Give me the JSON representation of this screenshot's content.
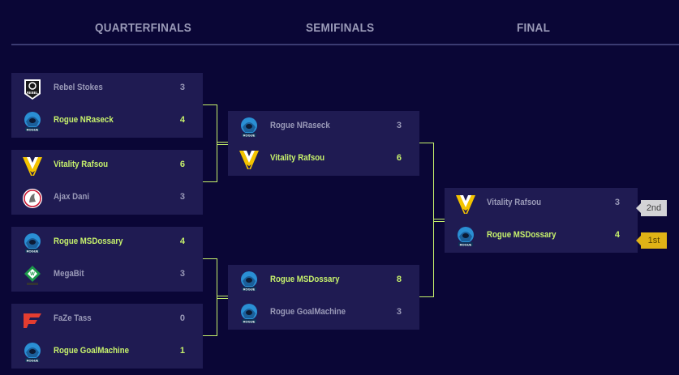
{
  "rounds": [
    "QUARTERFINALS",
    "SEMIFINALS",
    "FINAL"
  ],
  "quarterfinals": [
    {
      "teams": [
        {
          "name": "Rebel Stokes",
          "score": "3",
          "logo": "rebel-logo",
          "winner": false
        },
        {
          "name": "Rogue NRaseck",
          "score": "4",
          "logo": "rogue-logo",
          "winner": true
        }
      ]
    },
    {
      "teams": [
        {
          "name": "Vitality Rafsou",
          "score": "6",
          "logo": "vitality-logo",
          "winner": true
        },
        {
          "name": "Ajax Dani",
          "score": "3",
          "logo": "ajax-logo",
          "winner": false
        }
      ]
    },
    {
      "teams": [
        {
          "name": "Rogue MSDossary",
          "score": "4",
          "logo": "rogue-logo",
          "winner": true
        },
        {
          "name": "MegaBit",
          "score": "3",
          "logo": "werder-logo",
          "winner": false
        }
      ]
    },
    {
      "teams": [
        {
          "name": "FaZe Tass",
          "score": "0",
          "logo": "faze-logo",
          "winner": false
        },
        {
          "name": "Rogue GoalMachine",
          "score": "1",
          "logo": "rogue-logo",
          "winner": true
        }
      ]
    }
  ],
  "semifinals": [
    {
      "teams": [
        {
          "name": "Rogue NRaseck",
          "score": "3",
          "logo": "rogue-logo",
          "winner": false
        },
        {
          "name": "Vitality Rafsou",
          "score": "6",
          "logo": "vitality-logo",
          "winner": true
        }
      ]
    },
    {
      "teams": [
        {
          "name": "Rogue MSDossary",
          "score": "8",
          "logo": "rogue-logo",
          "winner": true
        },
        {
          "name": "Rogue GoalMachine",
          "score": "3",
          "logo": "rogue-logo",
          "winner": false
        }
      ]
    }
  ],
  "final": {
    "teams": [
      {
        "name": "Vitality Rafsou",
        "score": "3",
        "logo": "vitality-logo",
        "winner": false,
        "place": "2nd"
      },
      {
        "name": "Rogue MSDossary",
        "score": "4",
        "logo": "rogue-logo",
        "winner": true,
        "place": "1st"
      }
    ]
  },
  "colors": {
    "background": "#0a0636",
    "card": "#1f1b52",
    "winner": "#c7f26c",
    "loser": "#9a9ab8",
    "first": "#e0b316",
    "second": "#d3d3d6"
  }
}
